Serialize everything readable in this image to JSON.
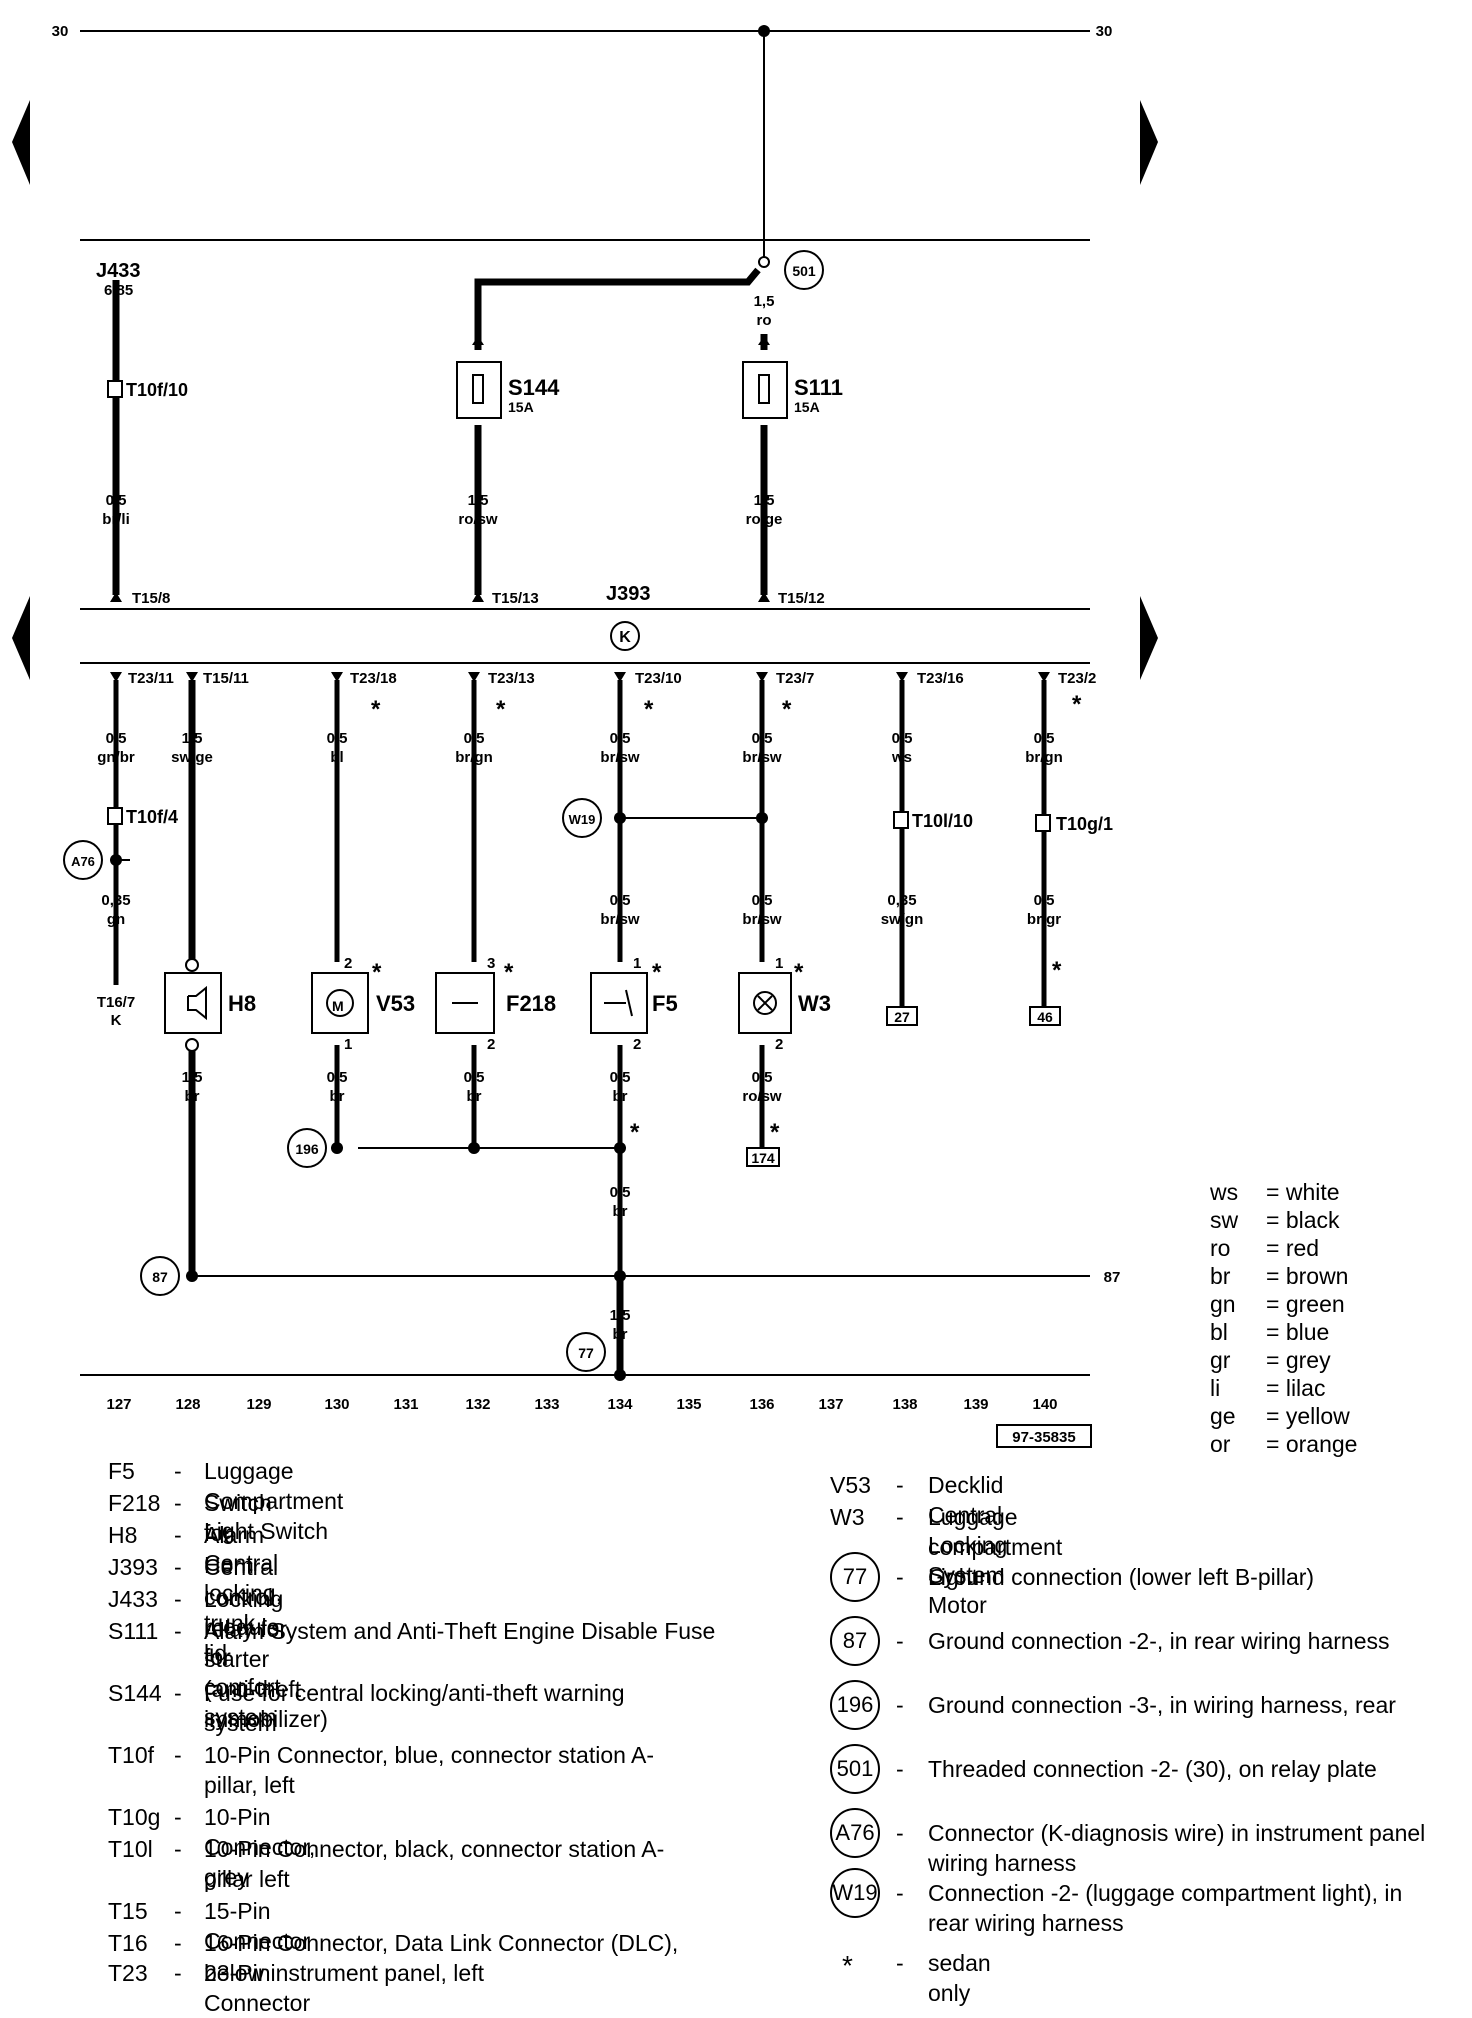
{
  "diagram_id": "97-35835",
  "bus_top": {
    "left": "30",
    "right": "30"
  },
  "bus_ground": {
    "right": "87"
  },
  "module": {
    "name": "J393",
    "symbol": "K"
  },
  "j433": {
    "name": "J433",
    "sub": "6/85"
  },
  "fuses": [
    {
      "name": "S144",
      "rating": "15A"
    },
    {
      "name": "S111",
      "rating": "15A"
    }
  ],
  "top_connectors": [
    "T10f/10",
    "T15/8",
    "T15/13",
    "T15/12"
  ],
  "top_wires": [
    {
      "size": "0,5",
      "color": "br/li"
    },
    {
      "size": "1,5",
      "color": "ro/sw"
    },
    {
      "size": "1,5",
      "color": "ro/ge"
    },
    {
      "size": "1,5",
      "color": "ro"
    }
  ],
  "bottom_pins": [
    "T23/11",
    "T15/11",
    "T23/18",
    "T23/13",
    "T23/10",
    "T23/7",
    "T23/16",
    "T23/2"
  ],
  "mid_wires": [
    {
      "size": "0,5",
      "color": "gn/br"
    },
    {
      "size": "1,5",
      "color": "sw/ge"
    },
    {
      "size": "0,5",
      "color": "bl"
    },
    {
      "size": "0,5",
      "color": "br/gn"
    },
    {
      "size": "0,5",
      "color": "br/sw"
    },
    {
      "size": "0,5",
      "color": "br/sw"
    },
    {
      "size": "0,5",
      "color": "ws"
    },
    {
      "size": "0,5",
      "color": "br/gn"
    }
  ],
  "mid_connectors": [
    "T10f/4",
    "T10l/10",
    "T10g/1"
  ],
  "lower_wires": [
    {
      "size": "0,35",
      "color": "gn"
    },
    {
      "size": "0,5",
      "color": "br/sw"
    },
    {
      "size": "0,5",
      "color": "br/sw"
    },
    {
      "size": "0,35",
      "color": "sw/gn"
    },
    {
      "size": "0,5",
      "color": "br/gr"
    }
  ],
  "t16_label": [
    "T16/7",
    "K"
  ],
  "components": [
    {
      "name": "H8"
    },
    {
      "name": "V53"
    },
    {
      "name": "F218"
    },
    {
      "name": "F5"
    },
    {
      "name": "W3"
    }
  ],
  "pin_numbers": {
    "p1": "1",
    "p2": "2",
    "p3": "3"
  },
  "ref_boxes": [
    "27",
    "46",
    "174"
  ],
  "bottom_wires": [
    {
      "size": "1,5",
      "color": "br"
    },
    {
      "size": "0,5",
      "color": "br"
    },
    {
      "size": "0,5",
      "color": "br"
    },
    {
      "size": "0,5",
      "color": "br"
    },
    {
      "size": "0,5",
      "color": "ro/sw"
    },
    {
      "size": "0,5",
      "color": "br"
    },
    {
      "size": "1,5",
      "color": "br"
    }
  ],
  "ground_circles": [
    "501",
    "A76",
    "W19",
    "196",
    "87",
    "77"
  ],
  "asterisk": "*",
  "track_numbers": [
    "127",
    "128",
    "129",
    "130",
    "131",
    "132",
    "133",
    "134",
    "135",
    "136",
    "137",
    "138",
    "139",
    "140"
  ],
  "color_legend": [
    {
      "code": "ws",
      "name": "white"
    },
    {
      "code": "sw",
      "name": "black"
    },
    {
      "code": "ro",
      "name": "red"
    },
    {
      "code": "br",
      "name": "brown"
    },
    {
      "code": "gn",
      "name": "green"
    },
    {
      "code": "bl",
      "name": "blue"
    },
    {
      "code": "gr",
      "name": "grey"
    },
    {
      "code": "li",
      "name": "lilac"
    },
    {
      "code": "ge",
      "name": "yellow"
    },
    {
      "code": "or",
      "name": "orange"
    }
  ],
  "legend_left": [
    {
      "code": "F5",
      "desc": "Luggage Compartment Light Switch"
    },
    {
      "code": "F218",
      "desc": "Switch for Central locking, trunk lid"
    },
    {
      "code": "H8",
      "desc": "Alarm Horn"
    },
    {
      "code": "J393",
      "desc": "Central control module for comfort system"
    },
    {
      "code": "J433",
      "desc": "Locking relay for starter (anti-theft immobilizer)"
    },
    {
      "code": "S111",
      "desc": "Alarm System and Anti-Theft Engine Disable Fuse"
    },
    {
      "code": "S144",
      "desc": "Fuse for central locking/anti-theft warning system"
    },
    {
      "code": "T10f",
      "desc": "10-Pin Connector, blue, connector station A-pillar, left"
    },
    {
      "code": "T10g",
      "desc": "10-Pin Connector, grey"
    },
    {
      "code": "T10l",
      "desc": "10-Pin Connector, black, connector station A-pillar left"
    },
    {
      "code": "T15",
      "desc": "15-Pin Connector"
    },
    {
      "code": "T16",
      "desc": "16-Pin Connector, Data Link Connector (DLC), below instrument panel, left"
    },
    {
      "code": "T23",
      "desc": "23-Pin Connector"
    }
  ],
  "legend_right": [
    {
      "code": "V53",
      "desc": "Decklid Central Locking System Motor"
    },
    {
      "code": "W3",
      "desc": "Luggage compartment Light"
    }
  ],
  "legend_circles": [
    {
      "code": "77",
      "desc": "Ground connection (lower left B-pillar)"
    },
    {
      "code": "87",
      "desc": "Ground connection -2-, in rear wiring harness"
    },
    {
      "code": "196",
      "desc": "Ground connection -3-, in wiring harness, rear"
    },
    {
      "code": "501",
      "desc": "Threaded connection -2- (30), on relay plate"
    },
    {
      "code": "A76",
      "desc": "Connector (K-diagnosis wire) in instrument panel wiring harness"
    },
    {
      "code": "W19",
      "desc": "Connection -2- (luggage compartment light), in rear wiring harness"
    }
  ],
  "legend_star": {
    "code": "*",
    "desc": "sedan only"
  }
}
